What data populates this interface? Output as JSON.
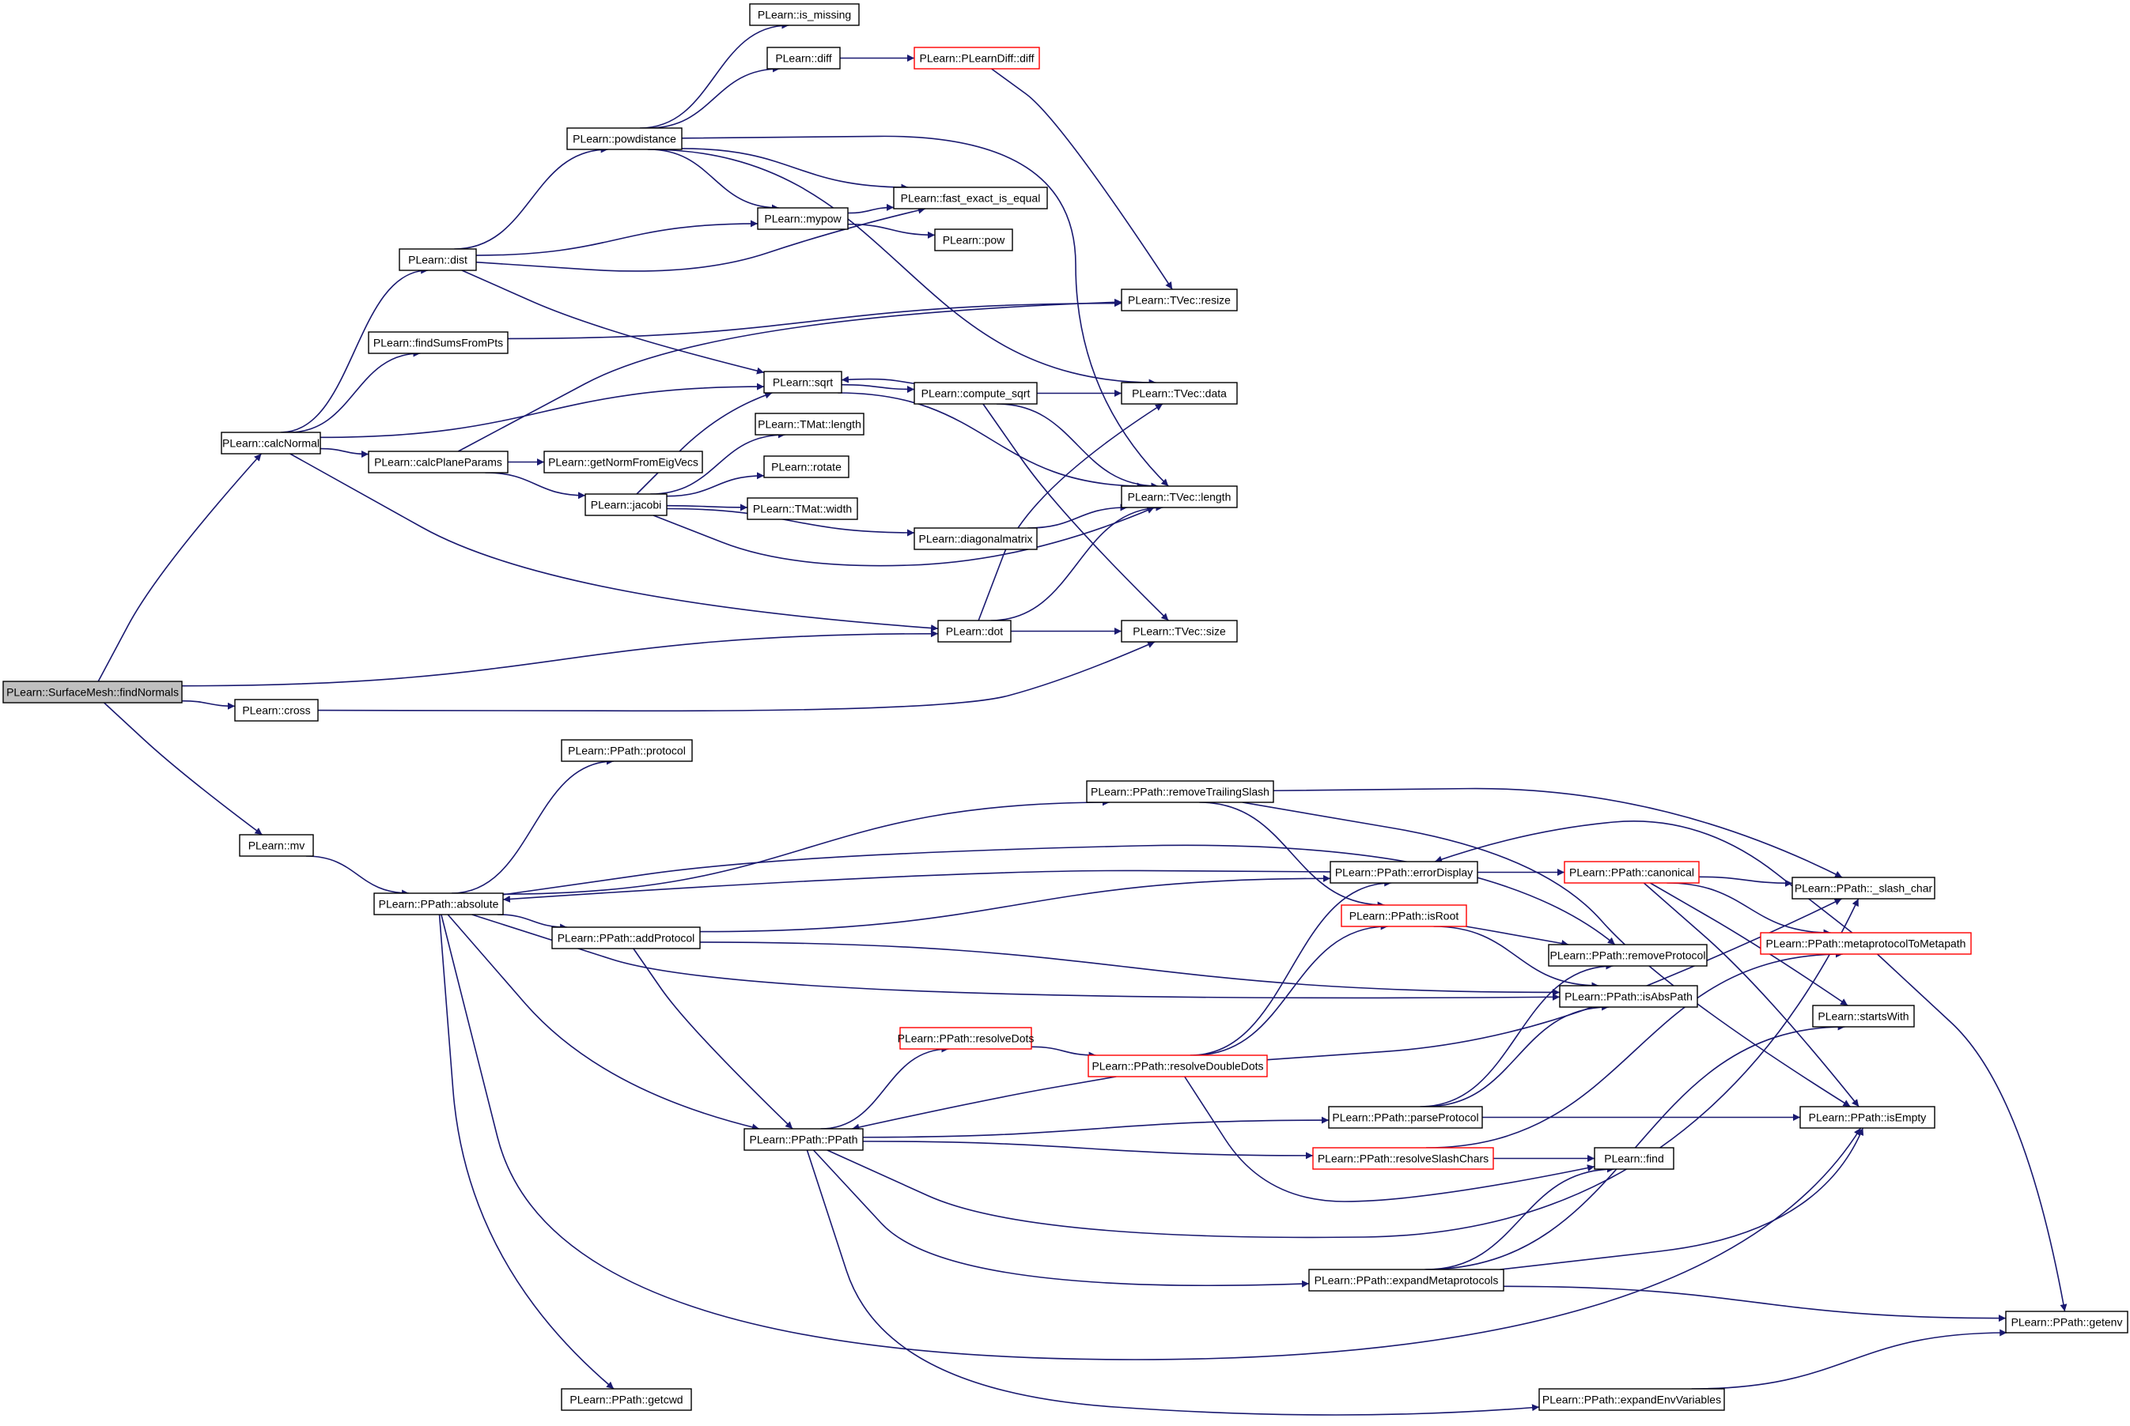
{
  "graph": {
    "type": "call graph",
    "colors": {
      "edge": "#191970",
      "node_border": "#000000",
      "truncated_node_border": "#ff0000",
      "root_fill": "#bfbfbf",
      "background": "#ffffff"
    },
    "nodes": [
      {
        "id": "findNormals",
        "label": "PLearn::SurfaceMesh::findNormals",
        "root": true
      },
      {
        "id": "calcNormal",
        "label": "PLearn::calcNormal"
      },
      {
        "id": "cross",
        "label": "PLearn::cross"
      },
      {
        "id": "mv",
        "label": "PLearn::mv"
      },
      {
        "id": "dist",
        "label": "PLearn::dist"
      },
      {
        "id": "findSums",
        "label": "PLearn::findSumsFromPts"
      },
      {
        "id": "calcPlane",
        "label": "PLearn::calcPlaneParams"
      },
      {
        "id": "powdist",
        "label": "PLearn::powdistance"
      },
      {
        "id": "is_missing",
        "label": "PLearn::is_missing"
      },
      {
        "id": "diff",
        "label": "PLearn::diff"
      },
      {
        "id": "pldiff",
        "label": "PLearn::PLearnDiff::diff",
        "truncated": true
      },
      {
        "id": "mypow",
        "label": "PLearn::mypow"
      },
      {
        "id": "fei",
        "label": "PLearn::fast_exact_is_equal"
      },
      {
        "id": "pow",
        "label": "PLearn::pow"
      },
      {
        "id": "resize",
        "label": "PLearn::TVec::resize"
      },
      {
        "id": "sqrt",
        "label": "PLearn::sqrt"
      },
      {
        "id": "csqrt",
        "label": "PLearn::compute_sqrt"
      },
      {
        "id": "tvdata",
        "label": "PLearn::TVec::data"
      },
      {
        "id": "tmlen",
        "label": "PLearn::TMat::length"
      },
      {
        "id": "gnorm",
        "label": "PLearn::getNormFromEigVecs"
      },
      {
        "id": "rotate",
        "label": "PLearn::rotate"
      },
      {
        "id": "jacobi",
        "label": "PLearn::jacobi"
      },
      {
        "id": "tmwid",
        "label": "PLearn::TMat::width"
      },
      {
        "id": "tvlen",
        "label": "PLearn::TVec::length"
      },
      {
        "id": "diagm",
        "label": "PLearn::diagonalmatrix"
      },
      {
        "id": "dot",
        "label": "PLearn::dot"
      },
      {
        "id": "tvsize",
        "label": "PLearn::TVec::size"
      },
      {
        "id": "protocol",
        "label": "PLearn::PPath::protocol"
      },
      {
        "id": "rts",
        "label": "PLearn::PPath::removeTrailingSlash"
      },
      {
        "id": "absolute",
        "label": "PLearn::PPath::absolute"
      },
      {
        "id": "errdisp",
        "label": "PLearn::PPath::errorDisplay"
      },
      {
        "id": "canonical",
        "label": "PLearn::PPath::canonical",
        "truncated": true
      },
      {
        "id": "slash",
        "label": "PLearn::PPath::_slash_char"
      },
      {
        "id": "addproto",
        "label": "PLearn::PPath::addProtocol"
      },
      {
        "id": "isroot",
        "label": "PLearn::PPath::isRoot",
        "truncated": true
      },
      {
        "id": "meta2",
        "label": "PLearn::PPath::metaprotocolToMetapath",
        "truncated": true
      },
      {
        "id": "rmproto",
        "label": "PLearn::PPath::removeProtocol"
      },
      {
        "id": "isabs",
        "label": "PLearn::PPath::isAbsPath"
      },
      {
        "id": "starts",
        "label": "PLearn::startsWith"
      },
      {
        "id": "resdots",
        "label": "PLearn::PPath::resolveDots",
        "truncated": true
      },
      {
        "id": "resdd",
        "label": "PLearn::PPath::resolveDoubleDots",
        "truncated": true
      },
      {
        "id": "parseproto",
        "label": "PLearn::PPath::parseProtocol"
      },
      {
        "id": "isempty",
        "label": "PLearn::PPath::isEmpty"
      },
      {
        "id": "ppath",
        "label": "PLearn::PPath::PPath"
      },
      {
        "id": "resslash",
        "label": "PLearn::PPath::resolveSlashChars",
        "truncated": true
      },
      {
        "id": "find",
        "label": "PLearn::find"
      },
      {
        "id": "expmeta",
        "label": "PLearn::PPath::expandMetaprotocols"
      },
      {
        "id": "getenv",
        "label": "PLearn::PPath::getenv"
      },
      {
        "id": "getcwd",
        "label": "PLearn::PPath::getcwd"
      },
      {
        "id": "expenv",
        "label": "PLearn::PPath::expandEnvVariables"
      }
    ],
    "edges": [
      [
        "findNormals",
        "calcNormal"
      ],
      [
        "findNormals",
        "dot"
      ],
      [
        "findNormals",
        "cross"
      ],
      [
        "findNormals",
        "mv"
      ],
      [
        "calcNormal",
        "dist"
      ],
      [
        "calcNormal",
        "findSums"
      ],
      [
        "calcNormal",
        "sqrt"
      ],
      [
        "calcNormal",
        "calcPlane"
      ],
      [
        "calcNormal",
        "dot"
      ],
      [
        "dist",
        "powdist"
      ],
      [
        "dist",
        "mypow"
      ],
      [
        "dist",
        "fei"
      ],
      [
        "dist",
        "sqrt"
      ],
      [
        "powdist",
        "is_missing"
      ],
      [
        "powdist",
        "diff"
      ],
      [
        "powdist",
        "fei"
      ],
      [
        "powdist",
        "mypow"
      ],
      [
        "powdist",
        "tvdata"
      ],
      [
        "powdist",
        "tvlen"
      ],
      [
        "diff",
        "pldiff"
      ],
      [
        "pldiff",
        "resize"
      ],
      [
        "mypow",
        "fei"
      ],
      [
        "mypow",
        "pow"
      ],
      [
        "findSums",
        "resize"
      ],
      [
        "calcPlane",
        "resize"
      ],
      [
        "calcPlane",
        "gnorm"
      ],
      [
        "calcPlane",
        "jacobi"
      ],
      [
        "sqrt",
        "csqrt"
      ],
      [
        "sqrt",
        "tvlen"
      ],
      [
        "csqrt",
        "sqrt"
      ],
      [
        "csqrt",
        "tvdata"
      ],
      [
        "csqrt",
        "tvlen"
      ],
      [
        "csqrt",
        "tvsize"
      ],
      [
        "jacobi",
        "sqrt"
      ],
      [
        "jacobi",
        "tmlen"
      ],
      [
        "jacobi",
        "rotate"
      ],
      [
        "jacobi",
        "tmwid"
      ],
      [
        "jacobi",
        "diagm"
      ],
      [
        "jacobi",
        "tvlen"
      ],
      [
        "diagm",
        "tvlen"
      ],
      [
        "dot",
        "tvdata"
      ],
      [
        "dot",
        "tvlen"
      ],
      [
        "dot",
        "tvsize"
      ],
      [
        "cross",
        "tvsize"
      ],
      [
        "mv",
        "absolute"
      ],
      [
        "absolute",
        "protocol"
      ],
      [
        "absolute",
        "rts"
      ],
      [
        "absolute",
        "addproto"
      ],
      [
        "absolute",
        "rmproto"
      ],
      [
        "absolute",
        "isabs"
      ],
      [
        "absolute",
        "ppath"
      ],
      [
        "absolute",
        "getcwd"
      ],
      [
        "absolute",
        "isempty"
      ],
      [
        "rts",
        "slash"
      ],
      [
        "rts",
        "isroot"
      ],
      [
        "rts",
        "isempty"
      ],
      [
        "errdisp",
        "absolute"
      ],
      [
        "errdisp",
        "canonical"
      ],
      [
        "canonical",
        "slash"
      ],
      [
        "canonical",
        "meta2"
      ],
      [
        "canonical",
        "isempty"
      ],
      [
        "canonical",
        "starts"
      ],
      [
        "meta2",
        "errdisp"
      ],
      [
        "meta2",
        "getenv"
      ],
      [
        "addproto",
        "errdisp"
      ],
      [
        "addproto",
        "isabs"
      ],
      [
        "addproto",
        "ppath"
      ],
      [
        "isroot",
        "rmproto"
      ],
      [
        "isroot",
        "isabs"
      ],
      [
        "ppath",
        "resdots"
      ],
      [
        "ppath",
        "parseproto"
      ],
      [
        "ppath",
        "resslash"
      ],
      [
        "ppath",
        "slash"
      ],
      [
        "ppath",
        "expmeta"
      ],
      [
        "ppath",
        "expenv"
      ],
      [
        "resdots",
        "resdd"
      ],
      [
        "resdd",
        "ppath"
      ],
      [
        "resdd",
        "errdisp"
      ],
      [
        "resdd",
        "isroot"
      ],
      [
        "resdd",
        "slash"
      ],
      [
        "resdd",
        "find"
      ],
      [
        "parseproto",
        "rmproto"
      ],
      [
        "parseproto",
        "isabs"
      ],
      [
        "parseproto",
        "isempty"
      ],
      [
        "resslash",
        "meta2"
      ],
      [
        "resslash",
        "find"
      ],
      [
        "expmeta",
        "find"
      ],
      [
        "expmeta",
        "starts"
      ],
      [
        "expmeta",
        "isempty"
      ],
      [
        "expmeta",
        "getenv"
      ],
      [
        "expenv",
        "getenv"
      ]
    ]
  }
}
